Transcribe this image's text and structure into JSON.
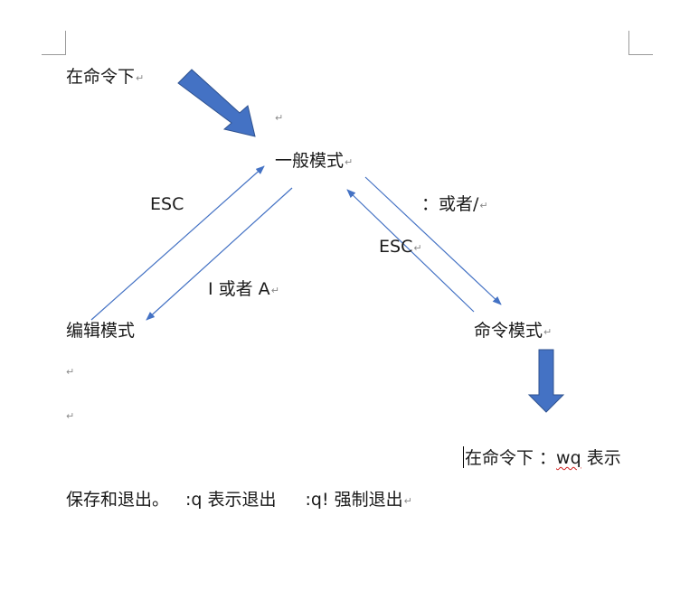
{
  "labels": {
    "under_command": "在命令下",
    "normal_mode": "一般模式",
    "esc_left": "ESC",
    "colon_or_slash": "：或者/",
    "esc_right": "ESC",
    "i_or_a": "I 或者 A",
    "edit_mode": "编辑模式",
    "command_mode": "命令模式"
  },
  "body_text": {
    "line1_prefix": "在命令下 ：",
    "line1_wq": "wq",
    "line1_suffix": " 表示",
    "line2_part1": "保存和退出。",
    "line2_part2": ":q 表示退出",
    "line2_part3": ":q!  强制退出"
  },
  "paragraph_mark": "↵",
  "colors": {
    "connector": "#4472c4",
    "block_arrow_fill": "#4472c4",
    "block_arrow_stroke": "#2f528f",
    "spellcheck_underline": "#d02020"
  }
}
